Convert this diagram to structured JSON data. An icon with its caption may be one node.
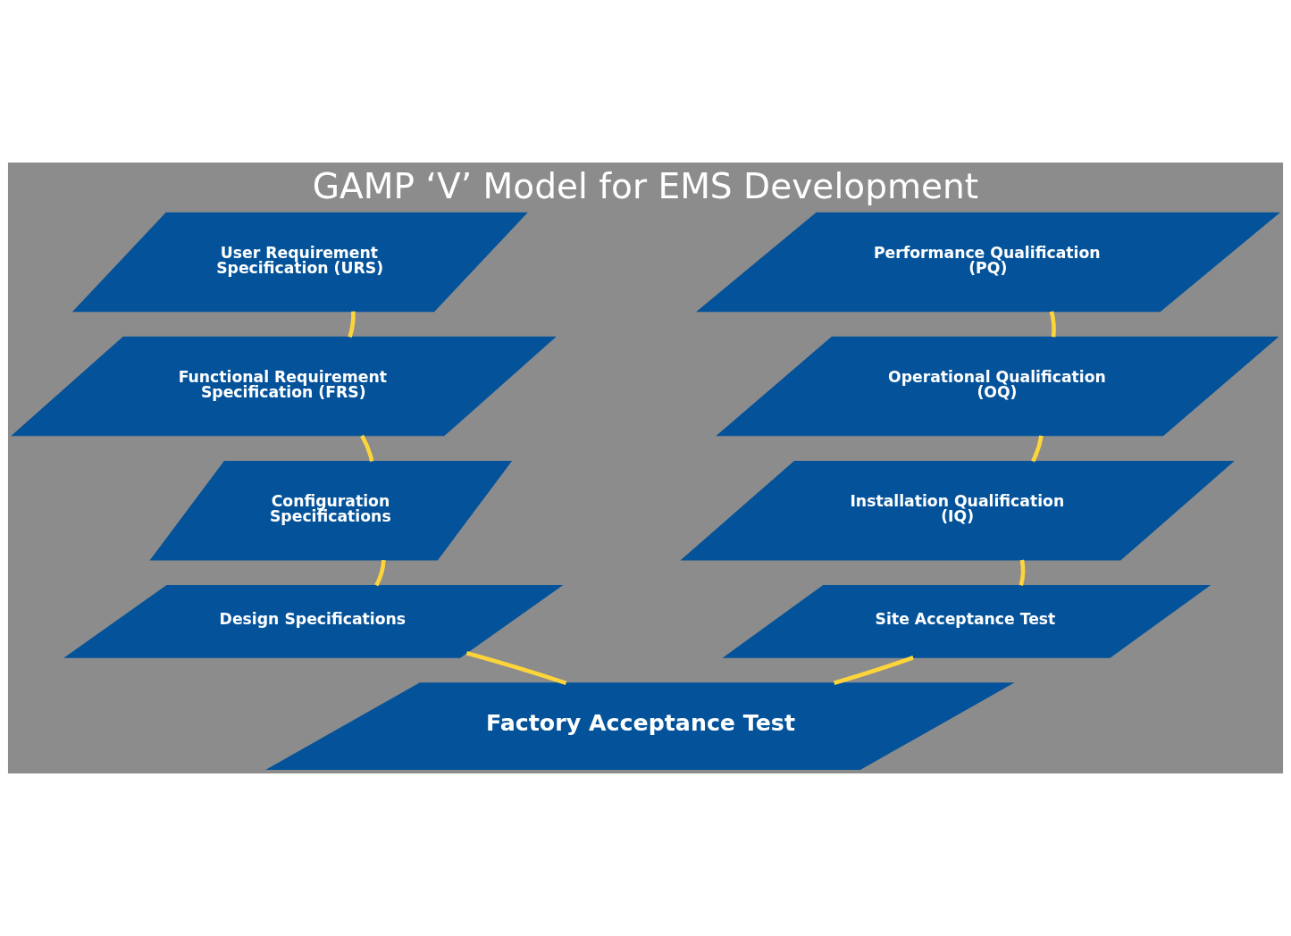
{
  "diagram": {
    "title": "GAMP ‘V’ Model for EMS Development",
    "nodes": [
      {
        "text": [
          "User Requirement Specification (URS)"
        ]
      },
      {
        "text": [
          "Functional Requirement Specification (FRS)"
        ]
      },
      {
        "text": [
          "Configuration Specifications"
        ]
      },
      {
        "text": [
          "Design Specifications"
        ]
      },
      {
        "text": [
          "Factory Acceptance Test"
        ]
      },
      {
        "text": [
          "Site Acceptance Test"
        ]
      },
      {
        "text": [
          "Installation Qualification (IQ)"
        ]
      },
      {
        "text": [
          "Operational Qualification (OQ)"
        ]
      },
      {
        "text": [
          "Performance Qualification (PQ)"
        ]
      }
    ],
    "edges": [
      {
        "from": 0,
        "to": 1,
        "arrow": "none"
      },
      {
        "from": 1,
        "to": 2,
        "arrow": "none"
      },
      {
        "from": 2,
        "to": 3,
        "arrow": "none"
      },
      {
        "from": 3,
        "to": 4,
        "arrow": "none"
      },
      {
        "from": 4,
        "to": 5,
        "arrow": "none"
      },
      {
        "from": 5,
        "to": 6,
        "arrow": "none"
      },
      {
        "from": 6,
        "to": 7,
        "arrow": "none"
      },
      {
        "from": 7,
        "to": 8,
        "arrow": "none"
      }
    ]
  }
}
